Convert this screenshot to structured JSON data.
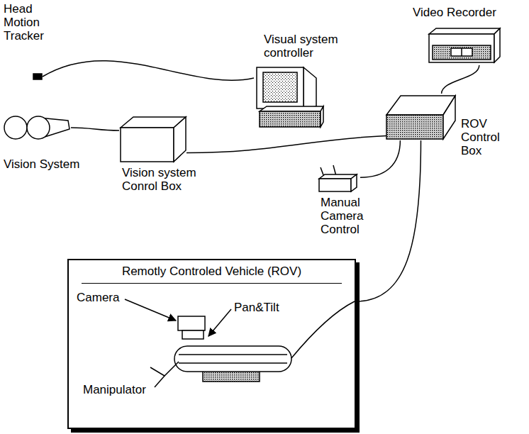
{
  "diagram": {
    "nodes": [
      {
        "text": [
          "Head Motion Tracker"
        ]
      },
      {
        "text": [
          "Visual system controller"
        ]
      },
      {
        "text": [
          "Video Recorder"
        ]
      },
      {
        "text": [
          "Vision System"
        ]
      },
      {
        "text": [
          "Vision system Conrol Box"
        ]
      },
      {
        "text": [
          "ROV Control Box"
        ]
      },
      {
        "text": [
          "Manual Camera Control"
        ]
      },
      {
        "text": [
          "Remotly Controled Vehicle (ROV)"
        ]
      }
    ],
    "edges": [
      {
        "from": 0,
        "to": 1,
        "arrow": "none"
      },
      {
        "from": 3,
        "to": 4,
        "arrow": "none"
      },
      {
        "from": 4,
        "to": 5,
        "arrow": "none"
      },
      {
        "from": 5,
        "to": 2,
        "arrow": "none"
      },
      {
        "from": 6,
        "to": 5,
        "arrow": "none"
      },
      {
        "from": 5,
        "to": 7,
        "arrow": "none"
      }
    ],
    "labels": [
      "Camera",
      "Pan&Tilt",
      "Manipulator"
    ]
  }
}
